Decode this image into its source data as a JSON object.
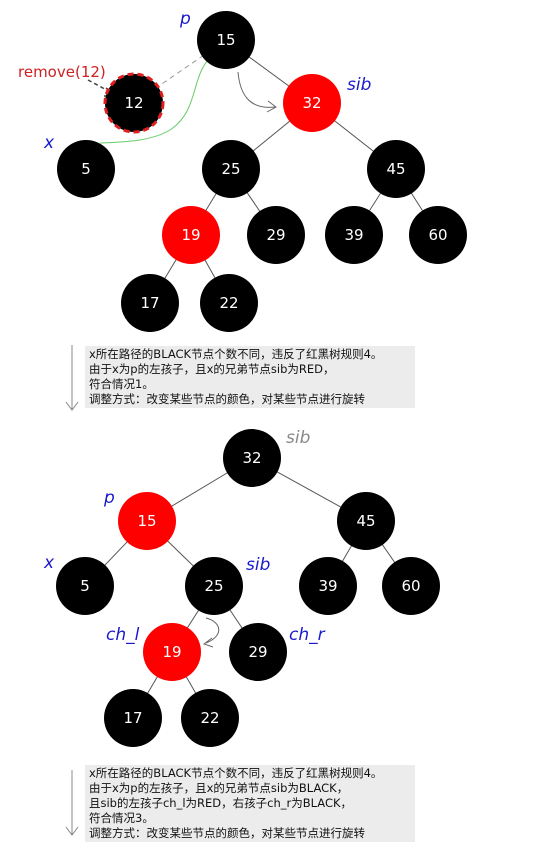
{
  "top": {
    "nodes": [
      {
        "id": "t15",
        "label": "15",
        "color": "#000000"
      },
      {
        "id": "t12",
        "label": "12",
        "color": "#000000"
      },
      {
        "id": "t32",
        "label": "32",
        "color": "#ff0000"
      },
      {
        "id": "t5",
        "label": "5",
        "color": "#000000"
      },
      {
        "id": "t25",
        "label": "25",
        "color": "#000000"
      },
      {
        "id": "t45",
        "label": "45",
        "color": "#000000"
      },
      {
        "id": "t19",
        "label": "19",
        "color": "#ff0000"
      },
      {
        "id": "t29",
        "label": "29",
        "color": "#000000"
      },
      {
        "id": "t39",
        "label": "39",
        "color": "#000000"
      },
      {
        "id": "t60",
        "label": "60",
        "color": "#000000"
      },
      {
        "id": "t17",
        "label": "17",
        "color": "#000000"
      },
      {
        "id": "t22",
        "label": "22",
        "color": "#000000"
      }
    ],
    "tags": {
      "p": "p",
      "sib": "sib",
      "x": "x"
    },
    "remove_label": "remove(12)",
    "note_lines": [
      "x所在路径的BLACK节点个数不同，违反了红黑树规则4。",
      "由于x为p的左孩子，且x的兄弟节点sib为RED，",
      "符合情况1。",
      "调整方式：改变某些节点的颜色，对某些节点进行旋转"
    ]
  },
  "bottom": {
    "nodes": [
      {
        "id": "b32",
        "label": "32",
        "color": "#000000"
      },
      {
        "id": "b15",
        "label": "15",
        "color": "#ff0000"
      },
      {
        "id": "b45",
        "label": "45",
        "color": "#000000"
      },
      {
        "id": "b5",
        "label": "5",
        "color": "#000000"
      },
      {
        "id": "b25",
        "label": "25",
        "color": "#000000"
      },
      {
        "id": "b39",
        "label": "39",
        "color": "#000000"
      },
      {
        "id": "b60",
        "label": "60",
        "color": "#000000"
      },
      {
        "id": "b19",
        "label": "19",
        "color": "#ff0000"
      },
      {
        "id": "b29",
        "label": "29",
        "color": "#000000"
      },
      {
        "id": "b17",
        "label": "17",
        "color": "#000000"
      },
      {
        "id": "b22",
        "label": "22",
        "color": "#000000"
      }
    ],
    "tags": {
      "sib_root": "sib",
      "p": "p",
      "sib": "sib",
      "x": "x",
      "ch_l": "ch_l",
      "ch_r": "ch_r"
    },
    "note_lines": [
      "x所在路径的BLACK节点个数不同，违反了红黑树规则4。",
      "由于x为p的左孩子，且x的兄弟节点sib为BLACK，",
      "且sib的左孩子ch_l为RED，右孩子ch_r为BLACK，",
      "符合情况3。",
      "调整方式：改变某些节点的颜色，对某些节点进行旋转"
    ]
  }
}
